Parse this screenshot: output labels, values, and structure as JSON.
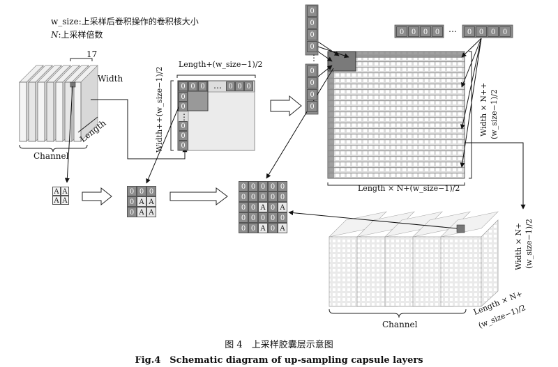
{
  "legend": {
    "wsize": "w_size:上采样后卷积操作的卷积核大小",
    "n": "上采样倍数",
    "n_symbol": "N"
  },
  "input_block": {
    "depth": "17",
    "width": "Width",
    "length": "Length",
    "channel": "Channel"
  },
  "padded_plane": {
    "top": "Length+(w_size−1)/2",
    "side": "Width++(w_size−1)/2"
  },
  "upsampled_plane": {
    "bottom": "Length × N+(w_size−1)/2",
    "side_line1": "Width × N++",
    "side_line2": "(w_size−1)/2"
  },
  "output_block": {
    "side_line1": "Width × N+",
    "side_line2": "(w_size−1)/2",
    "bottom_line1": "Length × N+",
    "bottom_line2": "(w_size−1)/2",
    "channel": "Channel"
  },
  "tokens": {
    "zero": "0",
    "a": "A",
    "ellipsis": "⋯",
    "vellipsis": "⋮"
  },
  "caption": {
    "cn": "图 4　上采样胶囊层示意图",
    "en": "Fig.4　Schematic diagram of up-sampling capsule layers"
  }
}
